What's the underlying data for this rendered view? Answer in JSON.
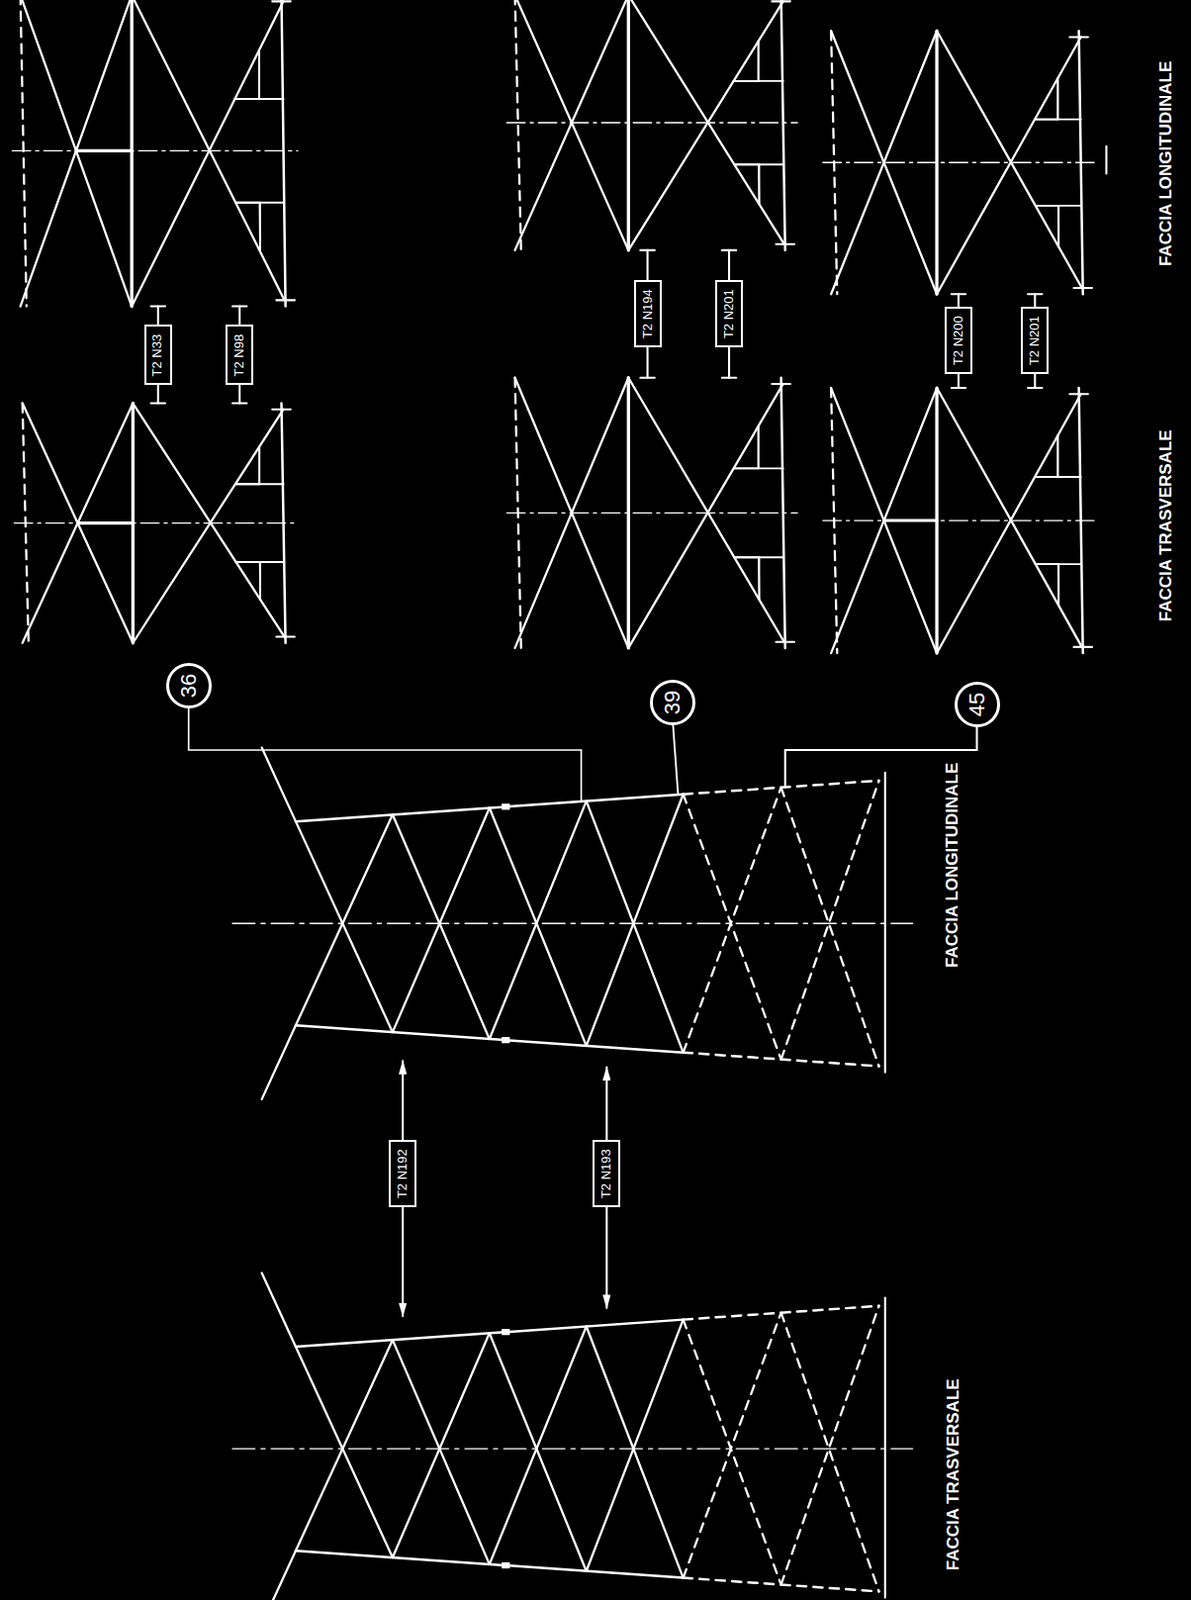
{
  "diagram": {
    "nodes": [
      {
        "text": [
          "T2 N192"
        ]
      },
      {
        "text": [
          "T2 N193"
        ]
      },
      {
        "text": [
          "36"
        ]
      },
      {
        "text": [
          "39"
        ]
      },
      {
        "text": [
          "45"
        ]
      },
      {
        "text": [
          "T2 N33"
        ]
      },
      {
        "text": [
          "T2 N98"
        ]
      },
      {
        "text": [
          "T2 N194"
        ]
      },
      {
        "text": [
          "T2 N201"
        ]
      },
      {
        "text": [
          "T2 N200"
        ]
      },
      {
        "text": [
          "T2 N201"
        ]
      }
    ],
    "labels": [
      "FACCIA TRASVERSALE",
      "FACCIA LONGITUDINALE",
      "FACCIA TRASVERSALE",
      "FACCIA LONGITUDINALE"
    ]
  }
}
